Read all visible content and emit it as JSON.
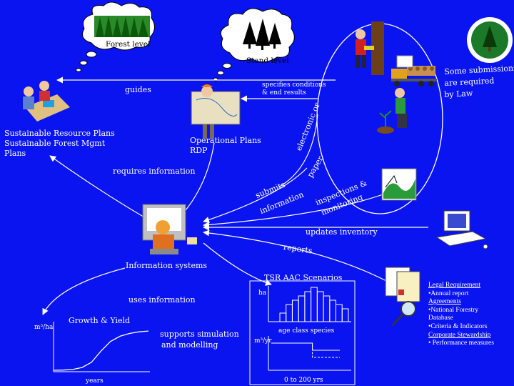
{
  "labels": {
    "forest_level": "Forest level",
    "stand_level": "Stand level",
    "guides": "guides",
    "specifies": [
      "specifies conditions",
      "& end results"
    ],
    "sustainable": [
      "Sustainable Resource Plans",
      "Sustainable Forest Mgmt",
      "Plans"
    ],
    "operational": [
      "Operational Plans",
      "RDP"
    ],
    "electronic": "electronic or",
    "paper": "paper",
    "requires_info": "requires information",
    "submits": "submits",
    "information": "information",
    "inspections": "inspections &",
    "monitoring": "monitoring",
    "updates_inventory": "updates inventory",
    "reports": "reports",
    "information_systems": "Information systems",
    "tsr": "TSR AAC Scenarios",
    "uses_info": "uses information",
    "growth_yield": "Growth & Yield",
    "supports": [
      "supports simulation",
      "and modelling"
    ],
    "submissions": [
      "Some submissions",
      "are required",
      "by Law"
    ],
    "ha": "ha",
    "m3ha": "m³/ha",
    "m3yr": "m³/yr",
    "years": "years",
    "age_class": "age class species",
    "range": "0 to 200 yrs"
  },
  "legal": {
    "legal_requirement": "Legal Requirement",
    "annual_report": "•Annual report",
    "agreements": "Agreements",
    "nfd": [
      "•National Forestry",
      "Database"
    ],
    "criteria": "•Criteria & Indicators",
    "corporate": "Corporate Stewardship",
    "performance": "• Performance measures"
  },
  "colors": {
    "background": "#0a14f0",
    "arrow": "#ffffff",
    "cloud": "#ffffff"
  },
  "icons": [
    "forest-icon",
    "tree-stand-icon",
    "logger-icon",
    "logging-truck-icon",
    "planter-icon",
    "forest-service-seal-icon",
    "planners-icon",
    "map-reader-icon",
    "computer-operator-icon",
    "landscape-icon",
    "computer-icon",
    "report-icon"
  ],
  "chart_data": [
    {
      "type": "bar",
      "title": "TSR AAC Scenarios",
      "ylabel": "ha",
      "xlabel": "age class species",
      "values": [
        2,
        4,
        5,
        6,
        7,
        8,
        7,
        6,
        5,
        4,
        3
      ]
    },
    {
      "type": "line",
      "title": "Growth & Yield",
      "ylabel": "m³/ha",
      "xlabel": "years",
      "x": [
        0,
        1,
        2,
        3,
        4,
        5,
        6,
        7,
        8,
        9,
        10
      ],
      "y": [
        0,
        0.5,
        2,
        7,
        20,
        48,
        72,
        85,
        92,
        96,
        98
      ]
    },
    {
      "type": "line",
      "ylabel": "m³/yr",
      "xlabel": "0 to 200 yrs",
      "series": [
        {
          "x": [
            0,
            1,
            2,
            3,
            4,
            5
          ],
          "y": [
            3,
            3,
            3,
            2,
            2,
            2
          ]
        },
        {
          "x": [
            0,
            1,
            2,
            3,
            4,
            5
          ],
          "y": [
            3,
            3,
            3,
            1,
            1,
            1
          ]
        }
      ]
    }
  ]
}
